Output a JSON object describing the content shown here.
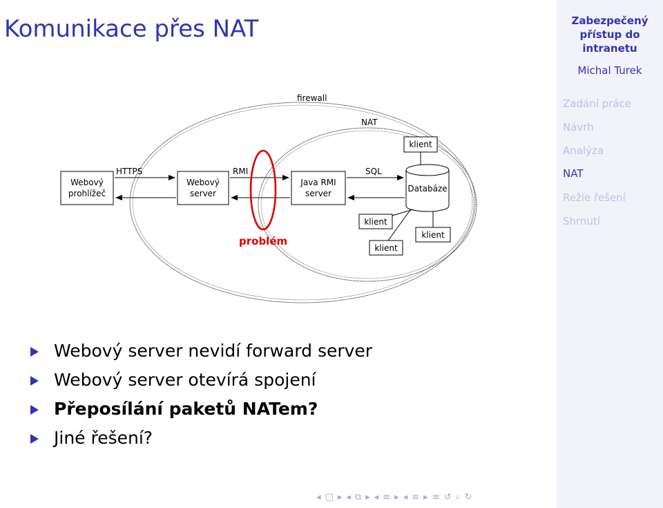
{
  "slide": {
    "title": "Komunikace přes NAT"
  },
  "sidebar": {
    "title_lines": [
      "Zabezpečený",
      "přístup do",
      "intranetu"
    ],
    "author": "Michal Turek",
    "items": [
      {
        "label": "Zadání práce",
        "active": false
      },
      {
        "label": "Návrh",
        "active": false
      },
      {
        "label": "Analýza",
        "active": false
      },
      {
        "label": "NAT",
        "active": true
      },
      {
        "label": "Režie řešení",
        "active": false
      },
      {
        "label": "Shrnutí",
        "active": false
      }
    ]
  },
  "diagram": {
    "labels": {
      "firewall": "firewall",
      "nat": "NAT",
      "client_top": "klient",
      "browser_line1": "Webový",
      "browser_line2": "prohlížeč",
      "https": "HTTPS",
      "webserver_line1": "Webový",
      "webserver_line2": "server",
      "rmi": "RMI",
      "javarmi_line1": "Java RMI",
      "javarmi_line2": "server",
      "sql": "SQL",
      "database": "Databáze",
      "client_a": "klient",
      "client_b": "klient",
      "client_c": "klient",
      "problem": "problém"
    },
    "colors": {
      "problem": "#e00000",
      "lines": "#000000"
    }
  },
  "bullets": [
    {
      "text": "Webový server nevidí forward server",
      "bold": false
    },
    {
      "text": "Webový server otevírá spojení",
      "bold": false
    },
    {
      "text": "Přeposílání paketů NATem?",
      "bold": true
    },
    {
      "text": "Jiné řešení?",
      "bold": false
    }
  ],
  "navigation": {
    "icons": [
      "nav-left-arrow-icon",
      "nav-frame-icon",
      "nav-right-arrow-icon",
      "nav-left-arrow-icon",
      "nav-subsection-icon",
      "nav-right-arrow-icon",
      "nav-left-arrow-icon",
      "nav-section-icon",
      "nav-right-arrow-icon",
      "nav-left-arrow-icon",
      "nav-presentation-icon",
      "nav-right-arrow-icon",
      "nav-align-icon",
      "nav-undo-icon",
      "nav-search-icon",
      "nav-redo-icon"
    ]
  }
}
